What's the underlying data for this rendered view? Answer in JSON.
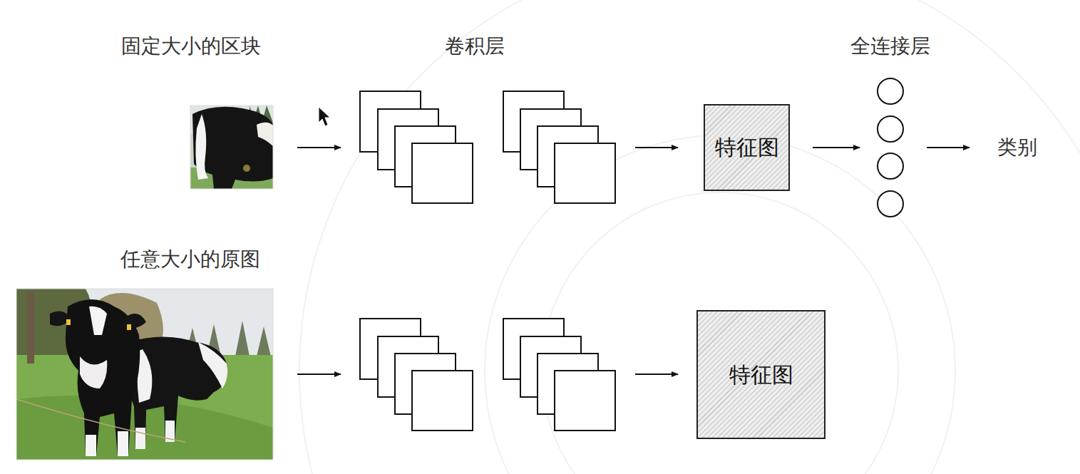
{
  "diagram": {
    "nodes": [
      {
        "text": [
          "特征图"
        ]
      },
      {
        "text": [
          "特征图"
        ]
      }
    ],
    "labels": [
      "固定大小的区块",
      "卷积层",
      "全连接层",
      "类别",
      "任意大小的原图"
    ]
  }
}
